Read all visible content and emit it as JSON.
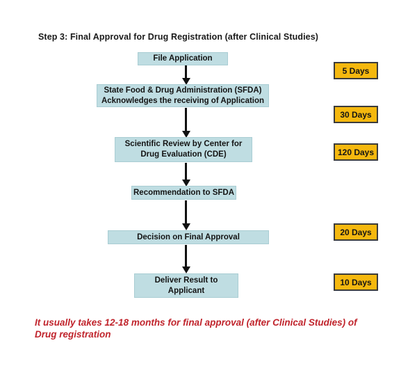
{
  "title": "Step 3: Final Approval for Drug Registration (after Clinical Studies)",
  "flow": {
    "steps": [
      {
        "name": "file-application",
        "lines": [
          "File Application"
        ]
      },
      {
        "name": "sfda-acknowledgement",
        "lines": [
          "State Food & Drug Administration (SFDA)",
          "Acknowledges the receiving of Application"
        ]
      },
      {
        "name": "cde-scientific-review",
        "lines": [
          "Scientific Review by Center for",
          "Drug Evaluation (CDE)"
        ]
      },
      {
        "name": "recommendation-to-sfda",
        "lines": [
          "Recommendation to SFDA"
        ]
      },
      {
        "name": "decision-final-approval",
        "lines": [
          "Decision on Final Approval"
        ]
      },
      {
        "name": "deliver-result",
        "lines": [
          "Deliver Result to",
          "Applicant"
        ]
      }
    ]
  },
  "durations": [
    "5 Days",
    "30 Days",
    "120 Days",
    "20 Days",
    "10 Days"
  ],
  "footnote": {
    "line1": "It usually takes 12-18 months for final approval (after Clinical Studies) of",
    "line2": "Drug registration"
  },
  "colors": {
    "step_fill": "#BFDDE2",
    "step_border": "#A9CDD3",
    "duration_fill": "#F5B80E",
    "duration_border": "#3B3B3B",
    "arrow": "#111111",
    "footnote_text": "#C0242C",
    "title_text": "#1A1A1A",
    "background": "#FFFFFF"
  }
}
